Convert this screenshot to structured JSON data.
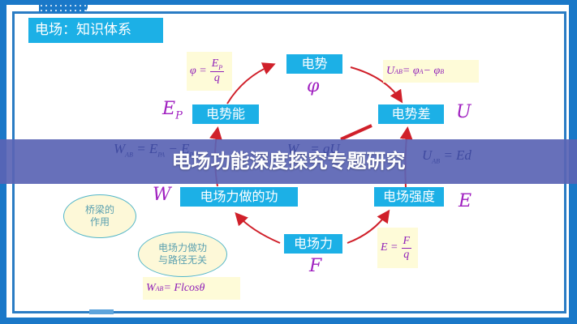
{
  "header": {
    "title": "电场：知识体系"
  },
  "banner": {
    "title": "电场功能深度探究专题研究"
  },
  "nodes": {
    "potential": {
      "label": "电势",
      "symbol": "φ"
    },
    "potential_energy": {
      "label": "电势能",
      "symbol": "E",
      "symbol_sub": "P"
    },
    "potential_difference": {
      "label": "电势差",
      "symbol": "U"
    },
    "work": {
      "label": "电场力做的功",
      "symbol": "W"
    },
    "field_strength": {
      "label": "电场强度",
      "symbol": "E"
    },
    "force": {
      "label": "电场力",
      "symbol": "F"
    }
  },
  "formulas": {
    "phi": {
      "lhs": "φ =",
      "num": "E",
      "num_sub": "P",
      "den": "q"
    },
    "uab": {
      "text": "U",
      "sub": "AB",
      "rest": " = φ",
      "sub2": "A",
      "rest2": " − φ",
      "sub3": "B"
    },
    "wab_ep": {
      "text": "W",
      "sub": "AB",
      "rest": " = E",
      "sub2": "PA",
      "rest2": " − E",
      "sub3": "PB"
    },
    "wab_qu": {
      "text": "W",
      "sub": "AB",
      "rest": " = qU"
    },
    "uab_ed": {
      "text": "U",
      "sub": "AB",
      "rest": " = Ed"
    },
    "e_fq": {
      "lhs": "E =",
      "num": "F",
      "den": "q"
    },
    "wab_fl": {
      "text": "W",
      "sub": "AB",
      "rest": " = Flcosθ"
    }
  },
  "bubbles": {
    "bridge": {
      "line1": "桥梁的",
      "line2": "作用"
    },
    "path": {
      "line1": "电场力做功",
      "line2": "与路径无关"
    }
  },
  "colors": {
    "frame": "#1a78c8",
    "node_bg": "#1cb0e6",
    "symbol": "#a020c0",
    "arrow": "#d0202a",
    "banner": "#5a64b4",
    "formula_bg": "#fefbd8"
  }
}
